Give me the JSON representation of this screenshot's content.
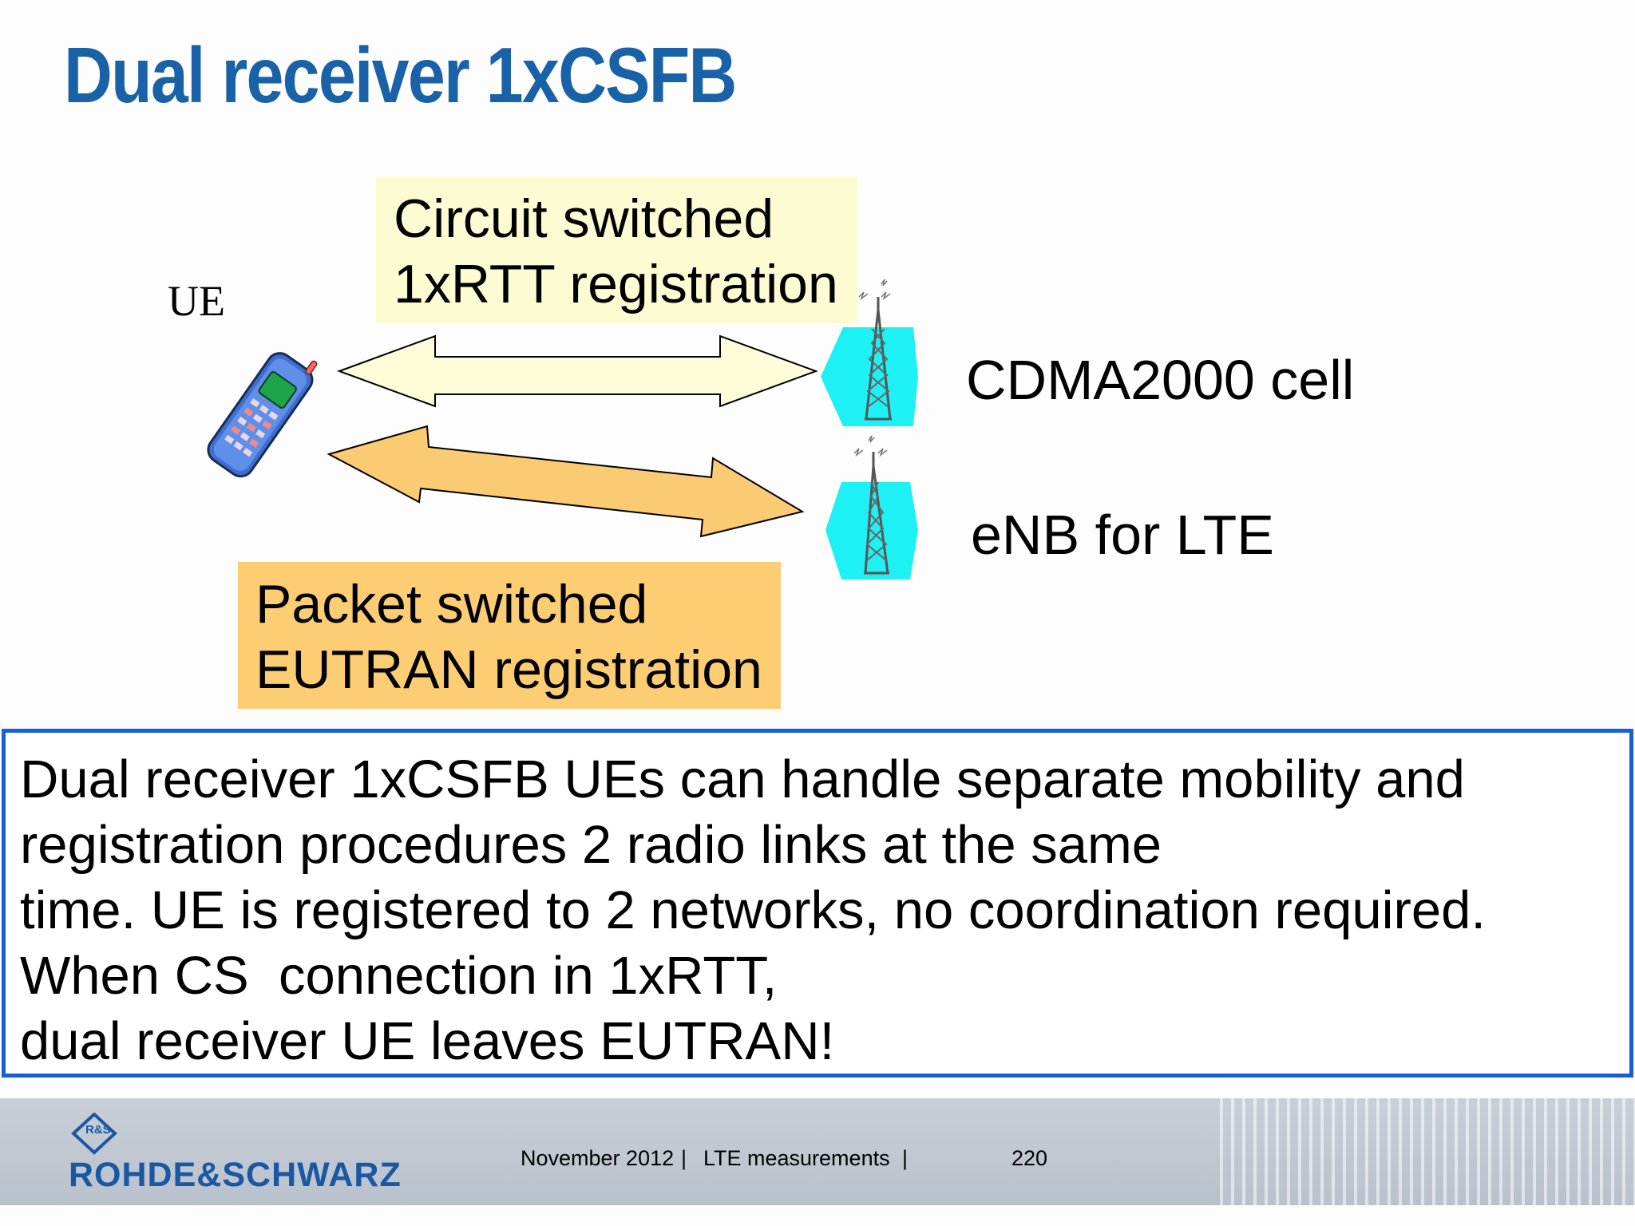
{
  "title": "Dual receiver 1xCSFB",
  "diagram": {
    "ue_label": "UE",
    "circuit_box": {
      "line1": "Circuit switched",
      "line2": "1xRTT registration"
    },
    "packet_box": {
      "line1": "Packet switched",
      "line2": "EUTRAN registration"
    },
    "cdma_cell_label": "CDMA2000 cell",
    "enb_label": "eNB for LTE",
    "icons": [
      "mobile-phone-icon",
      "cell-tower-icon",
      "cell-tower-icon"
    ],
    "colors": {
      "circuit_box": "#fdfbd1",
      "packet_box": "#fdcd74",
      "circuit_arrow": "#fefcd9",
      "packet_arrow": "#fbcb73",
      "tower_hexagon": "#1ef1f3",
      "title": "#1a62a8",
      "info_border": "#1560d9"
    }
  },
  "info_box": {
    "line1": "Dual receiver 1xCSFB UEs can handle separate mobility and",
    "line2": "registration procedures 2 radio links at the same",
    "line3": "time. UE is registered to 2 networks, no coordination required.",
    "line4": "When CS  connection in 1xRTT,",
    "line5": "dual receiver UE leaves EUTRAN!"
  },
  "footer": {
    "brand": "ROHDE&SCHWARZ",
    "logo_letters": "R&S",
    "date": "November 2012",
    "sep1": "|",
    "topic": "LTE measurements",
    "sep2": "|",
    "page": "220"
  }
}
